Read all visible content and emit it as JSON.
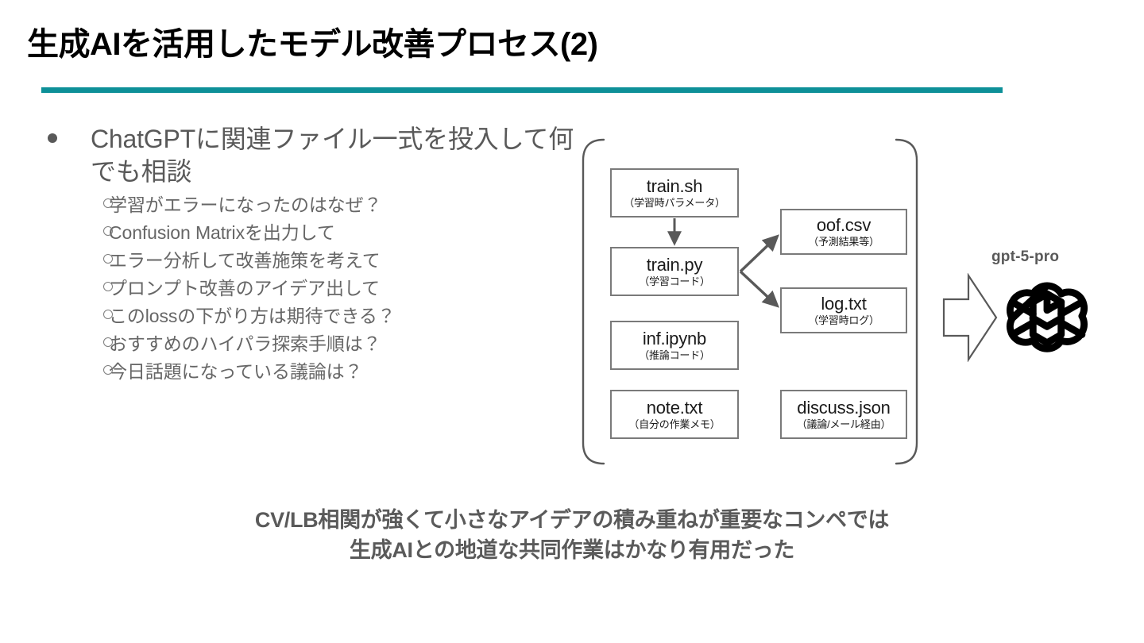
{
  "slide": {
    "title": "生成AIを活用したモデル改善プロセス(2)",
    "accent_color": "#0d9098",
    "title_color": "#000000",
    "body_color": "#595959",
    "background": "#ffffff"
  },
  "bullets": {
    "main": "ChatGPTに関連ファイル一式を投入して何でも相談",
    "sub_items": [
      "学習がエラーになったのはなぜ？",
      "Confusion Matrixを出力して",
      "エラー分析して改善施策を考えて",
      "プロンプト改善のアイデア出して",
      "このlossの下がり方は期待できる？",
      "おすすめのハイパラ探索手順は？",
      "今日話題になっている議論は？"
    ]
  },
  "diagram": {
    "files": [
      {
        "name": "train.sh",
        "desc": "（学習時パラメータ）"
      },
      {
        "name": "train.py",
        "desc": "（学習コード）"
      },
      {
        "name": "inf.ipynb",
        "desc": "（推論コード）"
      },
      {
        "name": "note.txt",
        "desc": "（自分の作業メモ）"
      },
      {
        "name": "oof.csv",
        "desc": "（予測結果等）"
      },
      {
        "name": "log.txt",
        "desc": "（学習時ログ）"
      },
      {
        "name": "discuss.json",
        "desc": "（議論/メール経由）"
      }
    ]
  },
  "model": {
    "label": "gpt-5-pro"
  },
  "caption": {
    "line1": "CV/LB相関が強くて小さなアイデアの積み重ねが重要なコンペでは",
    "line2": "生成AIとの地道な共同作業はかなり有用だった"
  }
}
